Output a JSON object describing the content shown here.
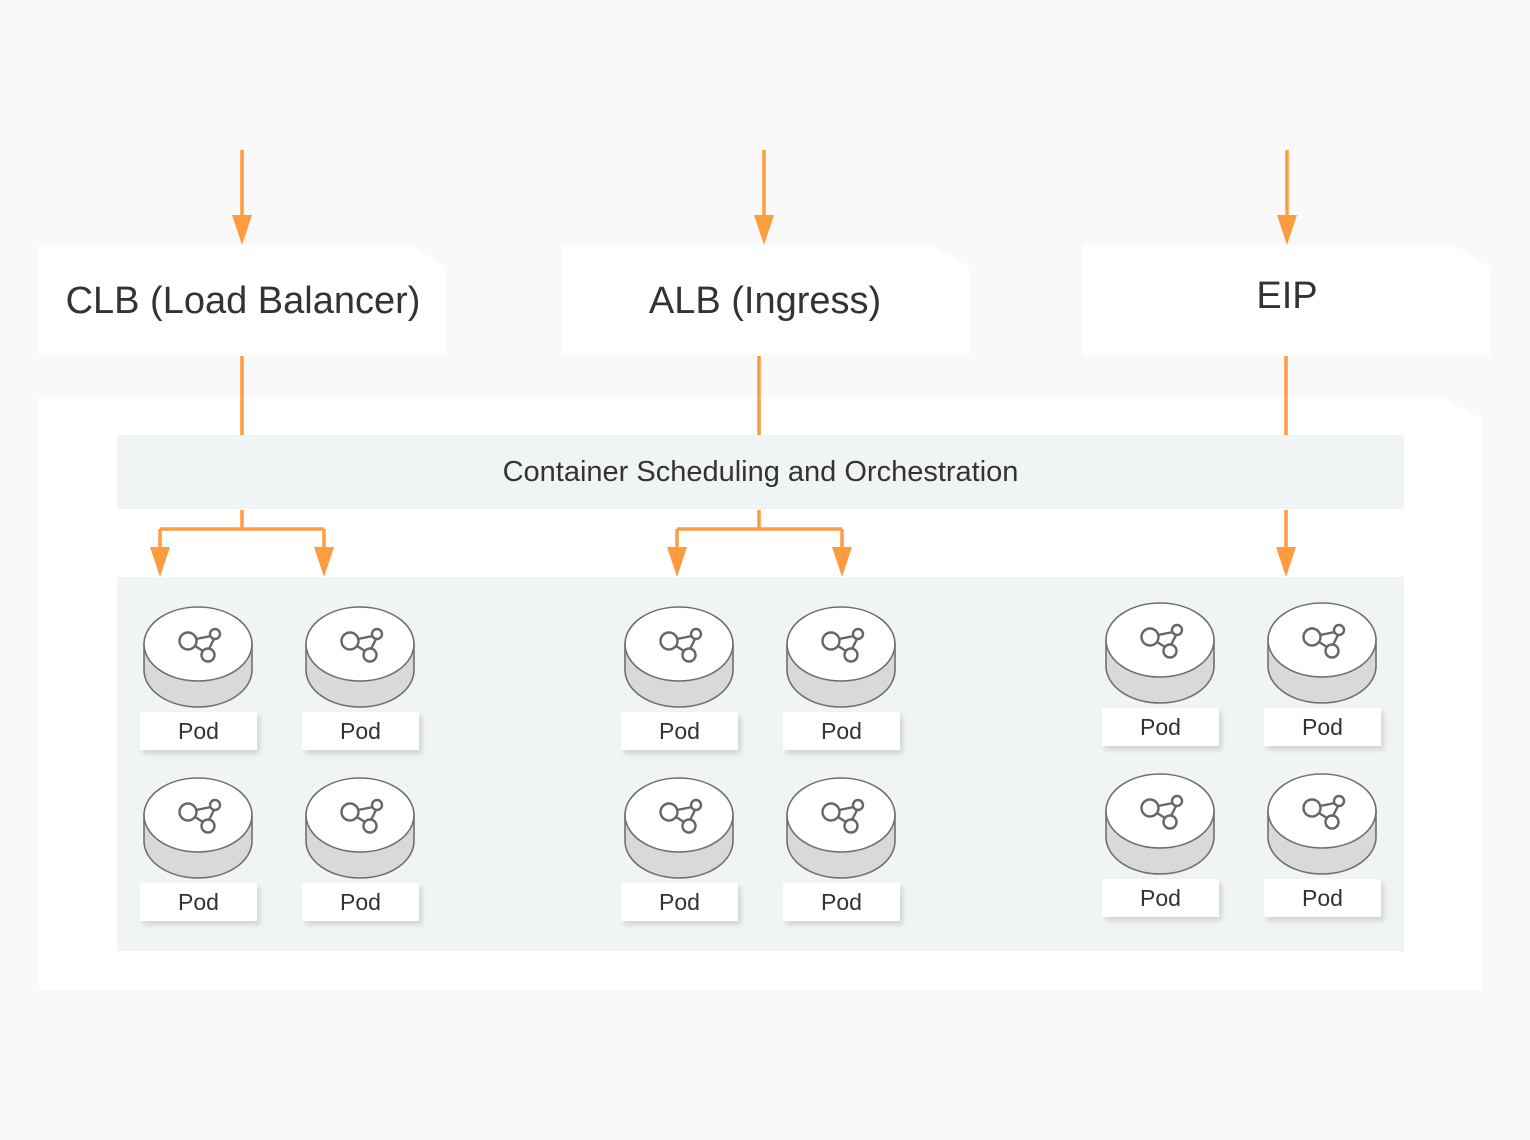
{
  "colors": {
    "background": "#f9f9f9",
    "card": "#ffffff",
    "panel_gray": "#f1f4f5",
    "arrow": "#ff9c3f",
    "pod_cylinder": "#d9d9d9",
    "pod_icon": "#666666"
  },
  "top_boxes": [
    {
      "label": "CLB (Load Balancer)"
    },
    {
      "label": "ALB (Ingress)"
    },
    {
      "label": "EIP"
    }
  ],
  "scheduler": {
    "label": "Container Scheduling and Orchestration"
  },
  "pod_groups": [
    {
      "source": "CLB (Load Balancer)",
      "pods": [
        "Pod",
        "Pod",
        "Pod",
        "Pod"
      ]
    },
    {
      "source": "ALB (Ingress)",
      "pods": [
        "Pod",
        "Pod",
        "Pod",
        "Pod"
      ]
    },
    {
      "source": "EIP",
      "pods": [
        "Pod",
        "Pod",
        "Pod",
        "Pod"
      ]
    }
  ],
  "icons": {
    "pod": "network-nodes-icon"
  }
}
